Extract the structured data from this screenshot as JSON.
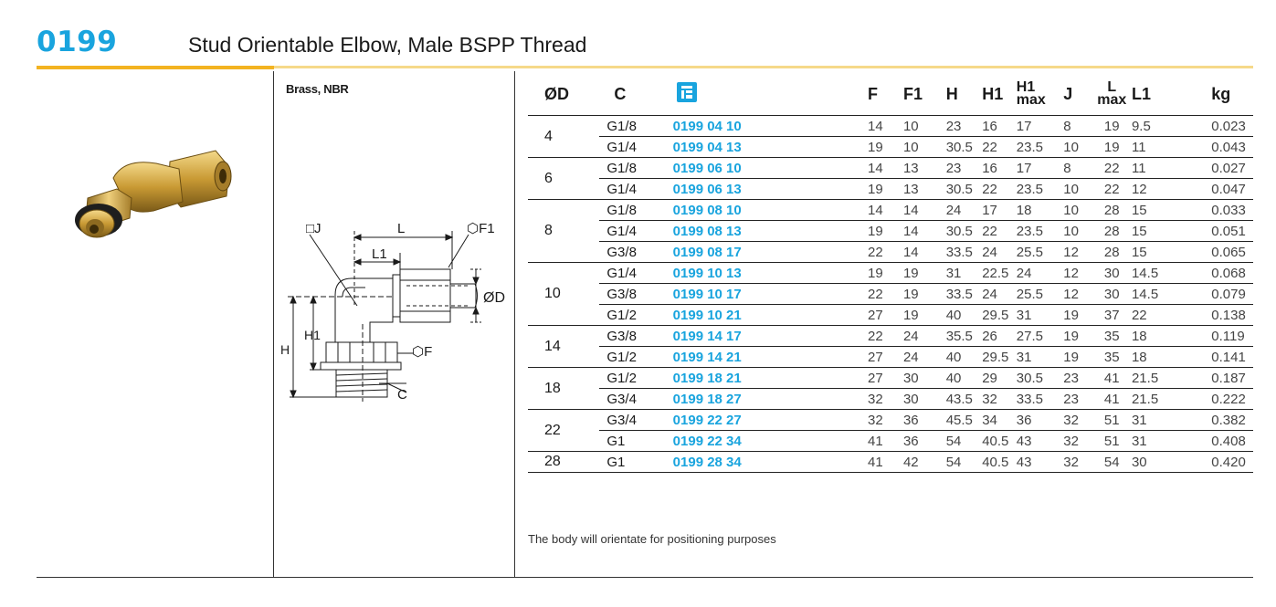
{
  "header": {
    "code": "0199",
    "title": "Stud Orientable Elbow, Male BSPP Thread"
  },
  "material": "Brass, NBR",
  "drawing_labels": {
    "j": "□J",
    "l": "L",
    "f1": "⬡F1",
    "l1": "L1",
    "od": "ØD",
    "h1": "H1",
    "h": "H",
    "f": "⬡F",
    "c": "C"
  },
  "table": {
    "headers": {
      "od": "ØD",
      "c": "C",
      "f": "F",
      "f1": "F1",
      "h": "H",
      "h1": "H1",
      "h1max_a": "H1",
      "h1max_b": "max",
      "j": "J",
      "lmax_a": "L",
      "lmax_b": "max",
      "l1": "L1",
      "kg": "kg"
    },
    "rows": [
      {
        "od": "4",
        "c": "G1/8",
        "art": "0199 04 10",
        "f": "14",
        "f1": "10",
        "h": "23",
        "h1": "16",
        "h1max": "17",
        "j": "8",
        "lmax": "19",
        "l1": "9.5",
        "kg": "0.023"
      },
      {
        "od": "",
        "c": "G1/4",
        "art": "0199 04 13",
        "f": "19",
        "f1": "10",
        "h": "30.5",
        "h1": "22",
        "h1max": "23.5",
        "j": "10",
        "lmax": "19",
        "l1": "11",
        "kg": "0.043"
      },
      {
        "od": "6",
        "c": "G1/8",
        "art": "0199 06 10",
        "f": "14",
        "f1": "13",
        "h": "23",
        "h1": "16",
        "h1max": "17",
        "j": "8",
        "lmax": "22",
        "l1": "11",
        "kg": "0.027"
      },
      {
        "od": "",
        "c": "G1/4",
        "art": "0199 06 13",
        "f": "19",
        "f1": "13",
        "h": "30.5",
        "h1": "22",
        "h1max": "23.5",
        "j": "10",
        "lmax": "22",
        "l1": "12",
        "kg": "0.047"
      },
      {
        "od": "8",
        "c": "G1/8",
        "art": "0199 08 10",
        "f": "14",
        "f1": "14",
        "h": "24",
        "h1": "17",
        "h1max": "18",
        "j": "10",
        "lmax": "28",
        "l1": "15",
        "kg": "0.033"
      },
      {
        "od": "",
        "c": "G1/4",
        "art": "0199 08 13",
        "f": "19",
        "f1": "14",
        "h": "30.5",
        "h1": "22",
        "h1max": "23.5",
        "j": "10",
        "lmax": "28",
        "l1": "15",
        "kg": "0.051"
      },
      {
        "od": "",
        "c": "G3/8",
        "art": "0199 08 17",
        "f": "22",
        "f1": "14",
        "h": "33.5",
        "h1": "24",
        "h1max": "25.5",
        "j": "12",
        "lmax": "28",
        "l1": "15",
        "kg": "0.065"
      },
      {
        "od": "10",
        "c": "G1/4",
        "art": "0199 10 13",
        "f": "19",
        "f1": "19",
        "h": "31",
        "h1": "22.5",
        "h1max": "24",
        "j": "12",
        "lmax": "30",
        "l1": "14.5",
        "kg": "0.068"
      },
      {
        "od": "",
        "c": "G3/8",
        "art": "0199 10 17",
        "f": "22",
        "f1": "19",
        "h": "33.5",
        "h1": "24",
        "h1max": "25.5",
        "j": "12",
        "lmax": "30",
        "l1": "14.5",
        "kg": "0.079"
      },
      {
        "od": "",
        "c": "G1/2",
        "art": "0199 10 21",
        "f": "27",
        "f1": "19",
        "h": "40",
        "h1": "29.5",
        "h1max": "31",
        "j": "19",
        "lmax": "37",
        "l1": "22",
        "kg": "0.138"
      },
      {
        "od": "14",
        "c": "G3/8",
        "art": "0199 14 17",
        "f": "22",
        "f1": "24",
        "h": "35.5",
        "h1": "26",
        "h1max": "27.5",
        "j": "19",
        "lmax": "35",
        "l1": "18",
        "kg": "0.119"
      },
      {
        "od": "",
        "c": "G1/2",
        "art": "0199 14 21",
        "f": "27",
        "f1": "24",
        "h": "40",
        "h1": "29.5",
        "h1max": "31",
        "j": "19",
        "lmax": "35",
        "l1": "18",
        "kg": "0.141"
      },
      {
        "od": "18",
        "c": "G1/2",
        "art": "0199 18 21",
        "f": "27",
        "f1": "30",
        "h": "40",
        "h1": "29",
        "h1max": "30.5",
        "j": "23",
        "lmax": "41",
        "l1": "21.5",
        "kg": "0.187"
      },
      {
        "od": "",
        "c": "G3/4",
        "art": "0199 18 27",
        "f": "32",
        "f1": "30",
        "h": "43.5",
        "h1": "32",
        "h1max": "33.5",
        "j": "23",
        "lmax": "41",
        "l1": "21.5",
        "kg": "0.222"
      },
      {
        "od": "22",
        "c": "G3/4",
        "art": "0199 22 27",
        "f": "32",
        "f1": "36",
        "h": "45.5",
        "h1": "34",
        "h1max": "36",
        "j": "32",
        "lmax": "51",
        "l1": "31",
        "kg": "0.382"
      },
      {
        "od": "",
        "c": "G1",
        "art": "0199 22 34",
        "f": "41",
        "f1": "36",
        "h": "54",
        "h1": "40.5",
        "h1max": "43",
        "j": "32",
        "lmax": "51",
        "l1": "31",
        "kg": "0.408"
      },
      {
        "od": "28",
        "c": "G1",
        "art": "0199 28 34",
        "f": "41",
        "f1": "42",
        "h": "54",
        "h1": "40.5",
        "h1max": "43",
        "j": "32",
        "lmax": "54",
        "l1": "30",
        "kg": "0.420"
      }
    ],
    "groups": [
      2,
      2,
      3,
      3,
      2,
      2,
      2,
      1
    ]
  },
  "note": "The body will orientate for positioning purposes",
  "colors": {
    "accent_blue": "#19a4de",
    "accent_yellow": "#f3b321",
    "rule_light": "#f6d98a"
  },
  "icons": [
    "catalog-reference-icon",
    "brass-elbow-photo"
  ]
}
